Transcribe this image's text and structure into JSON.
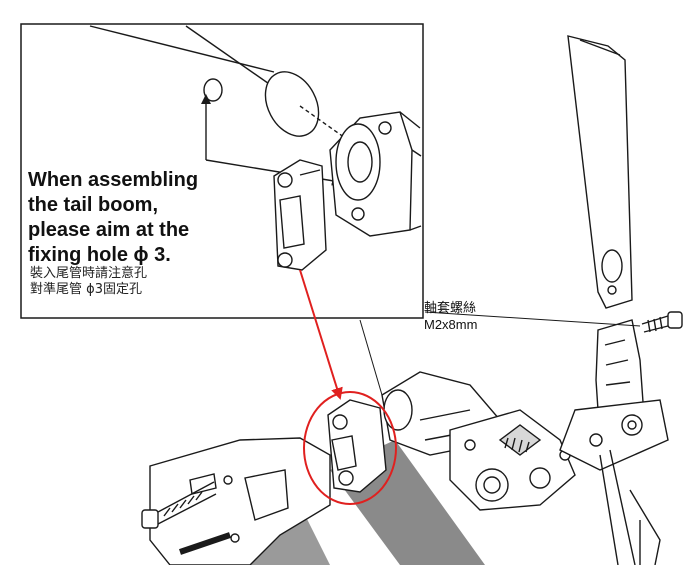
{
  "callout": {
    "instruction_en": [
      "When assembling",
      "the tail boom,",
      "please aim at the",
      "fixing hole ϕ 3."
    ],
    "instruction_zh": [
      "裝入尾管時請注意孔",
      "對準尾管 ϕ3固定孔"
    ]
  },
  "part_label": {
    "name_zh": "軸套螺絲",
    "size": "M2x8mm"
  },
  "colors": {
    "line": "#1a1a1a",
    "highlight": "#e0201f",
    "shade": "#8a8a8a"
  }
}
